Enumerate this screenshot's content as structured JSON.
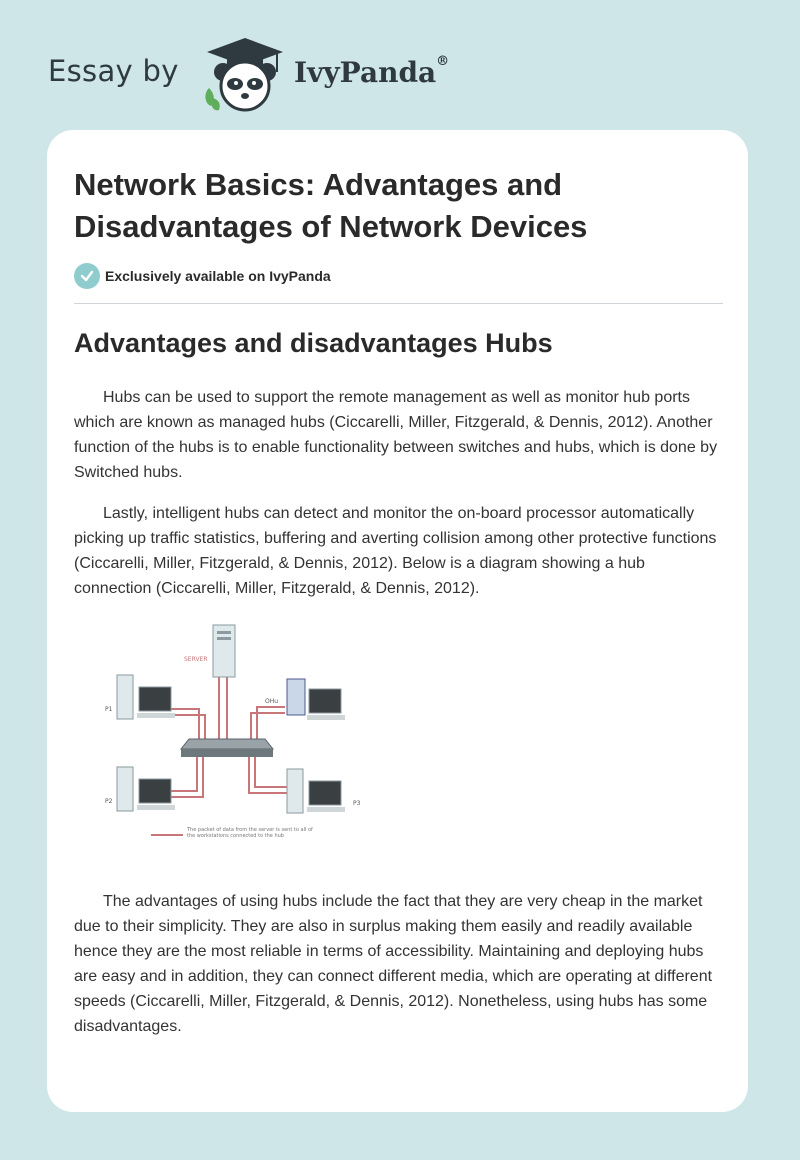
{
  "header": {
    "essay_by": "Essay by",
    "brand": "IvyPanda",
    "registered": "®"
  },
  "article": {
    "title": "Network Basics: Advantages and Disadvantages of Network Devices",
    "badge_text": "Exclusively available on IvyPanda",
    "section_heading": "Advantages and disadvantages Hubs",
    "paragraphs": [
      "Hubs can be used to support the remote management as well as monitor hub ports which are known as managed hubs (Ciccarelli, Miller, Fitzgerald, & Dennis, 2012). Another function of the hubs is to enable functionality between switches and hubs, which is done by Switched hubs.",
      "Lastly, intelligent hubs can detect and monitor the on-board processor automatically picking up traffic statistics, buffering and averting collision among other protective functions (Ciccarelli, Miller, Fitzgerald, & Dennis, 2012). Below is a diagram showing a hub connection (Ciccarelli, Miller, Fitzgerald, & Dennis, 2012).",
      "The advantages of using hubs include the fact that they are very cheap in the market due to their simplicity. They are also in surplus making them easily and readily available hence they are the most reliable in terms of accessibility. Maintaining and deploying hubs are easy and in addition, they can connect different media, which are operating at different speeds (Ciccarelli, Miller, Fitzgerald, & Dennis, 2012). Nonetheless, using hubs has some disadvantages."
    ]
  },
  "diagram": {
    "server_label": "SERVER",
    "pc1_label": "P1",
    "pc2_label": "P2",
    "pc3_label": "P3",
    "ohu_label": "OHu",
    "legend_text": "The packet of data from the server is sent to all of the workstations connected to the hub"
  },
  "colors": {
    "page_bg": "#cfe6e8",
    "card_bg": "#ffffff",
    "accent": "#8fcccd",
    "link_line": "#c9767b"
  }
}
